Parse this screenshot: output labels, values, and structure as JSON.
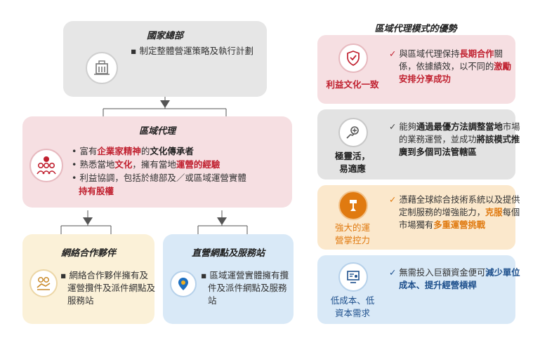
{
  "hq": {
    "title": "國家總部",
    "bullet": "制定整體營運策略及執行計劃",
    "icon": "building-icon"
  },
  "regional": {
    "title": "區域代理",
    "icon": "people-group-icon",
    "bullets": [
      {
        "parts": [
          "富有",
          "企業家精神",
          "的",
          "文化傳承者"
        ]
      },
      {
        "parts": [
          "熟悉當地",
          "文化",
          "，擁有當地",
          "運營的經驗"
        ]
      },
      {
        "parts": [
          "利益協調，包括於總部及／或區域運營實體",
          "持有股權"
        ]
      }
    ]
  },
  "network": {
    "title": "網絡合作夥伴",
    "icon": "handshake-coins-icon",
    "bullet": "網絡合作夥伴擁有及運營攬件及派件網點及服務站"
  },
  "direct": {
    "title": "直營網點及服務站",
    "icon": "location-pin-icon",
    "bullet": "區域運營實體擁有攬件及派件網點及服務站"
  },
  "advantages": {
    "title": "區域代理模式的優勢",
    "items": [
      {
        "label": "利益文化一致",
        "icon": "shield-badge-icon",
        "color": "#f6dfe2",
        "label_color": "#c0202f",
        "check_color": "#c0202f",
        "parts": [
          "與區域代理保持",
          "長期合作",
          "關係，依據績效，以不同的",
          "激勵安排分享成功"
        ]
      },
      {
        "label1": "極靈活，",
        "label2": "易適應",
        "icon": "adjust-hand-icon",
        "color": "#e3e3e3",
        "label_color": "#222222",
        "check_color": "#444444",
        "parts": [
          "能夠",
          "通過最優方法調整當地",
          "市場的業務運營，並成功",
          "將該模式推廣到多個司法管轄區"
        ]
      },
      {
        "label1": "強大的運",
        "label2": "營掌控力",
        "icon": "control-arm-icon",
        "color": "#fbe8cc",
        "label_color": "#e07a10",
        "check_color": "#e07a10",
        "parts": [
          "憑藉全球綜合技術系統以及提供定制服務的增強能力，",
          "克服",
          "每個市場獨有",
          "多重運營挑戰"
        ]
      },
      {
        "label1": "低成本、低",
        "label2": "資本需求",
        "icon": "dashboard-screen-icon",
        "color": "#d9e9f7",
        "label_color": "#1d4f8c",
        "check_color": "#1d4f8c",
        "parts": [
          "無需投入巨額資金便可",
          "減少單位成本、提升經營槓桿"
        ]
      }
    ]
  },
  "colors": {
    "hq_bg": "#e6e6e6",
    "regional_bg": "#f6dfe2",
    "network_bg": "#fbf1d8",
    "direct_bg": "#d9e9f7",
    "accent_red": "#c0202f",
    "accent_orange": "#e07a10",
    "accent_blue": "#1d4f8c"
  }
}
